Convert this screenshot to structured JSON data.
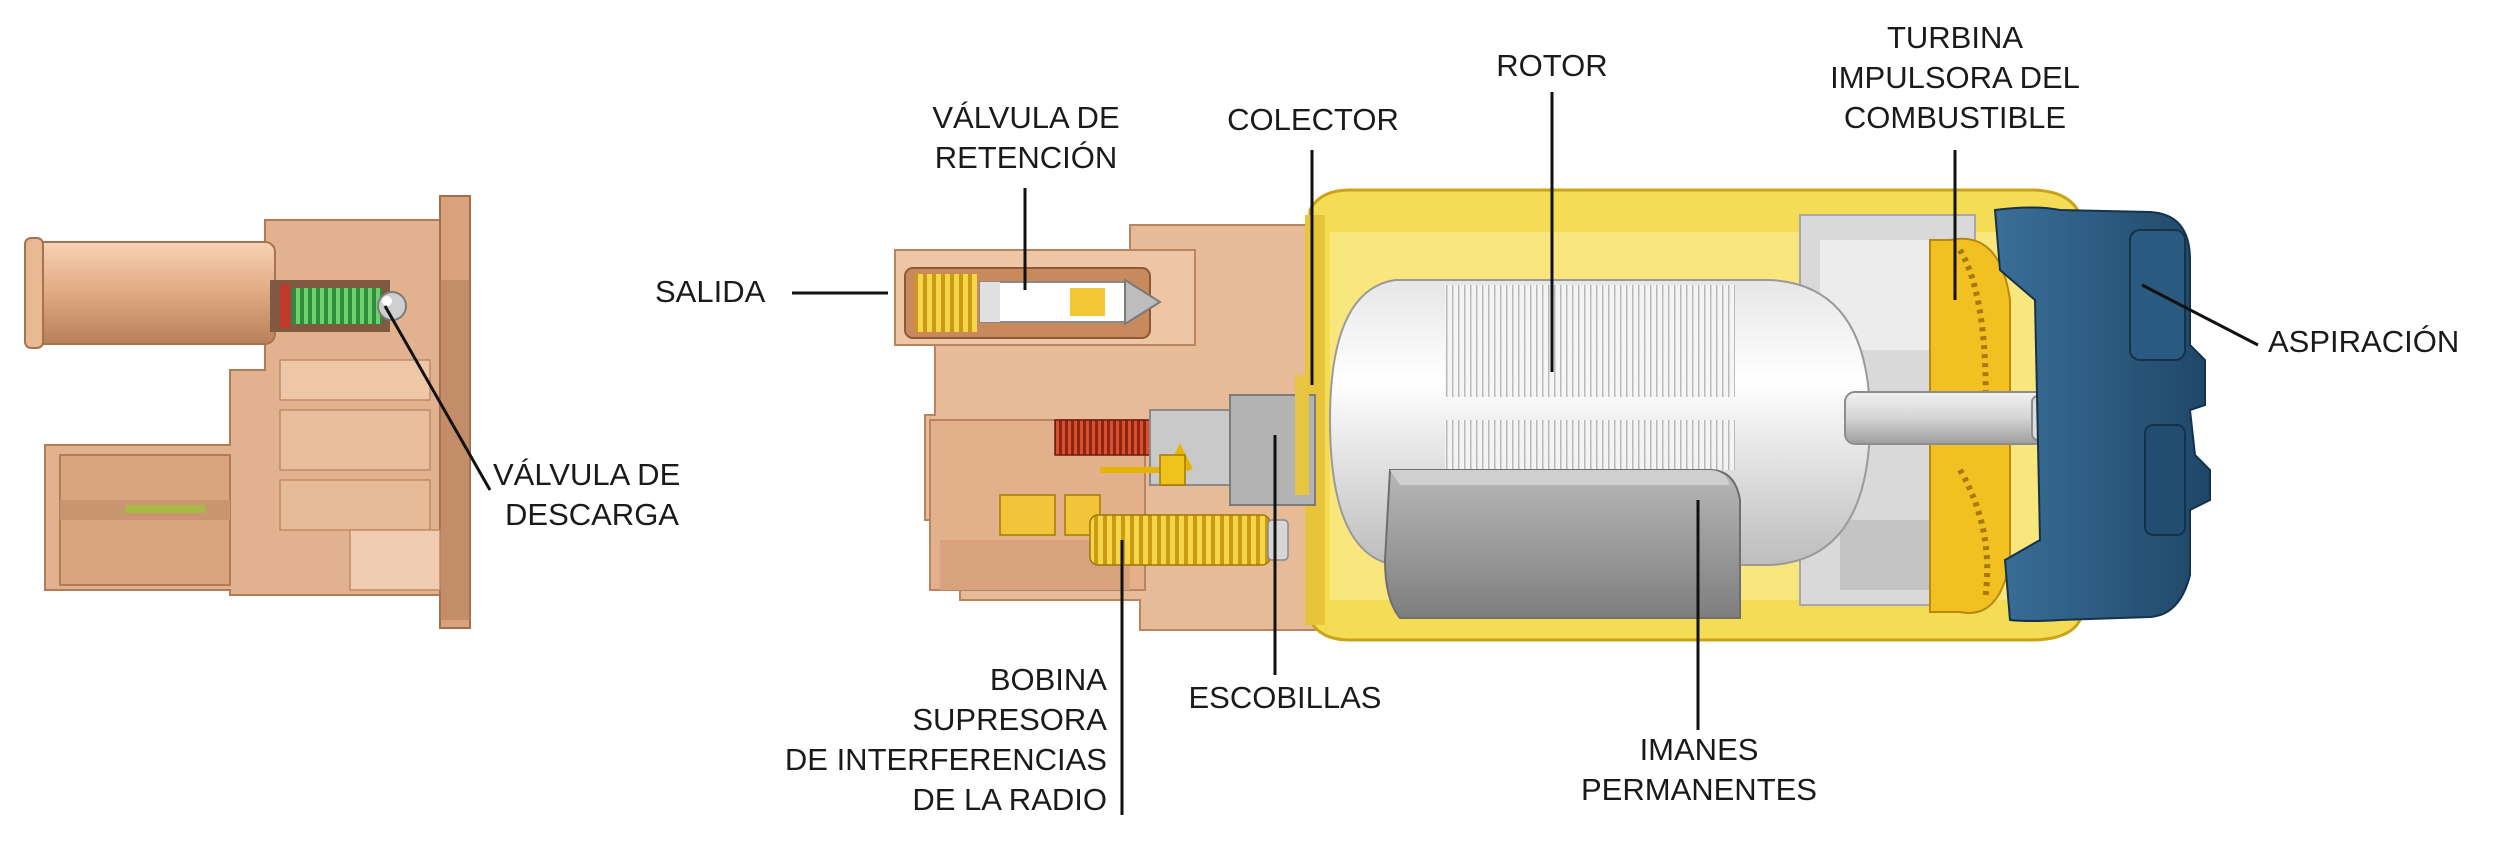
{
  "labels": {
    "valvula_descarga": [
      "VÁLVULA DE",
      "DESCARGA"
    ],
    "salida": [
      "SALIDA"
    ],
    "valvula_retencion": [
      "VÁLVULA DE",
      "RETENCIÓN"
    ],
    "colector": [
      "COLECTOR"
    ],
    "rotor": [
      "ROTOR"
    ],
    "turbina": [
      "TURBINA",
      "IMPULSORA DEL",
      "COMBUSTIBLE"
    ],
    "aspiracion": [
      "ASPIRACIÓN"
    ],
    "bobina": [
      "BOBINA",
      "SUPRESORA",
      "DE INTERFERENCIAS",
      "DE LA RADIO"
    ],
    "escobillas": [
      "ESCOBILLAS"
    ],
    "imanes": [
      "IMANES",
      "PERMANENTES"
    ]
  },
  "colors": {
    "housing": "#e6b896",
    "housing_dark": "#c9936b",
    "yellow_shell": "#f2d64a",
    "yellow_dark": "#d9b21e",
    "rotor_light": "#f4f4f4",
    "rotor_grey": "#c8c8c8",
    "magnet_grey": "#9e9e9e",
    "blue_cap": "#2f5f86",
    "blue_dark": "#1d4566",
    "spring_green": "#3aa84a",
    "coil_red": "#c23a1e",
    "leader_line": "#111111"
  }
}
